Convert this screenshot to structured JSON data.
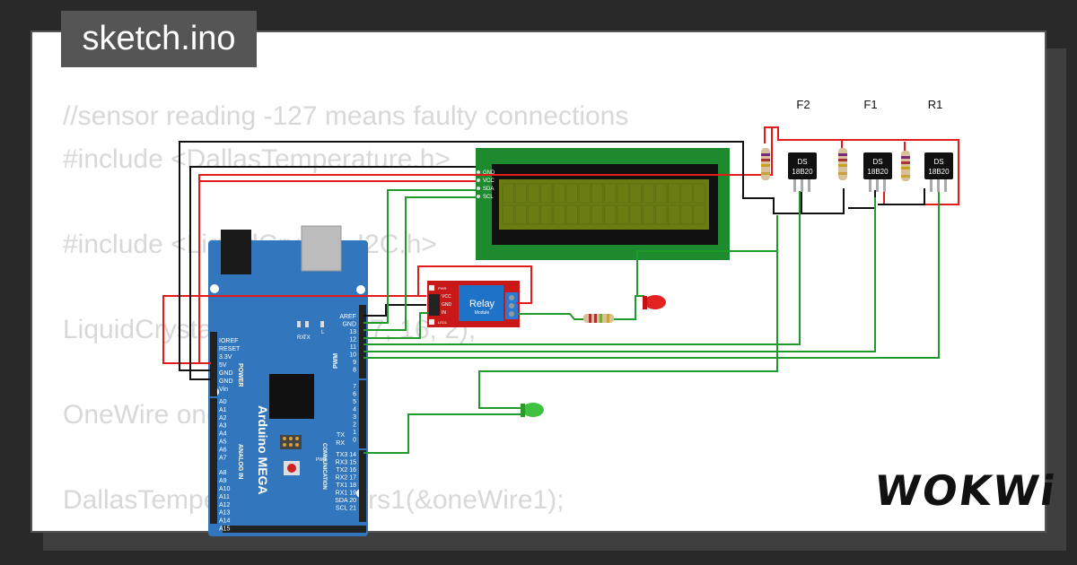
{
  "file_tab": {
    "label": "sketch.ino"
  },
  "code_lines": [
    "//sensor reading -127 means faulty connections",
    "#include <DallasTemperature.h>",
    "",
    "#include <LiquidCrystal_I2C.h>",
    "",
    "LiquidCrystal_I2C lcd(0x27, 16, 2);",
    "",
    "OneWire oneWire1(2);",
    "",
    "DallasTemperature sensors1(&oneWire1);"
  ],
  "sensors": [
    {
      "label": "F2",
      "chip_line1": "DS",
      "chip_line2": "18B20"
    },
    {
      "label": "F1",
      "chip_line1": "DS",
      "chip_line2": "18B20"
    },
    {
      "label": "R1",
      "chip_line1": "DS",
      "chip_line2": "18B20"
    }
  ],
  "lcd": {
    "pins": [
      "GND",
      "VCC",
      "SDA",
      "SCL"
    ]
  },
  "relay": {
    "title": "Relay",
    "subtitle": "Module",
    "pins": [
      "VCC",
      "GND",
      "IN"
    ],
    "leds": [
      "PWR",
      "LED1"
    ]
  },
  "arduino": {
    "name": "Arduino MEGA",
    "power_header": "POWER",
    "analog_header": "ANALOG IN",
    "pwm_header": "PWM",
    "comm_header": "COMMUNICATION",
    "power_pins": [
      "IOREF",
      "RESET",
      "3.3V",
      "5V",
      "GND",
      "GND",
      "Vin"
    ],
    "analog_pins": [
      "A0",
      "A1",
      "A2",
      "A3",
      "A4",
      "A5",
      "A6",
      "A7",
      "A8",
      "A9",
      "A10",
      "A11",
      "A12",
      "A13",
      "A14",
      "A15"
    ],
    "top_right_pins": [
      "AREF",
      "GND",
      "13",
      "12",
      "11",
      "10",
      "9",
      "8"
    ],
    "mid_right_pins": [
      "7",
      "6",
      "5",
      "4",
      "3",
      "2",
      "1",
      "0"
    ],
    "comm_pins": [
      "TX3 14",
      "RX3 15",
      "TX2 16",
      "RX2 17",
      "TX1 18",
      "RX1 19",
      "SDA 20",
      "SCL 21"
    ],
    "tx_label": "TX",
    "rx_label": "RX",
    "led_tx": "TX",
    "led_rx": "RX",
    "led_l": "L",
    "pwr_label": "PWR"
  },
  "brand": {
    "logo": "WOKWi"
  },
  "colors": {
    "wire_red": "#e31b1b",
    "wire_black": "#111111",
    "wire_green": "#1f9a2b",
    "board": "#3277bd",
    "lcd_bezel": "#1e8a2e",
    "lcd_screen": "#6b7d12"
  }
}
